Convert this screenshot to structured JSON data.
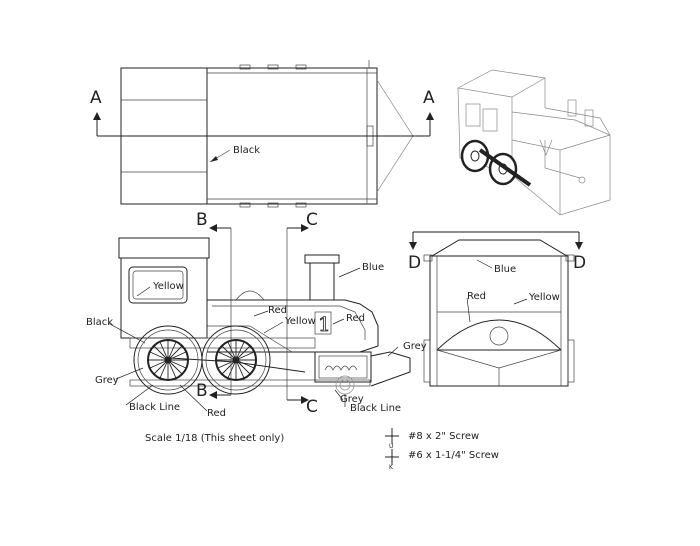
{
  "sections": {
    "a_left": "A",
    "a_right": "A",
    "b_top": "B",
    "b_bottom": "B",
    "c_top": "C",
    "c_bottom": "C",
    "d_left": "D",
    "d_right": "D"
  },
  "callouts": {
    "top_black": "Black",
    "side_yellow_cab": "Yellow",
    "side_blue_stack": "Blue",
    "side_red_1": "Red",
    "side_yellow_body": "Yellow",
    "side_red_2": "Red",
    "side_black": "Black",
    "side_grey_left": "Grey",
    "side_grey_right": "Grey",
    "side_black_line_left": "Black Line",
    "side_red_bottom": "Red",
    "side_grey_bottom": "Grey",
    "side_black_line_right": "Black Line",
    "front_blue": "Blue",
    "front_red": "Red",
    "front_yellow": "Yellow"
  },
  "number_plate": "1",
  "scale_note": "Scale 1/18  (This sheet only)",
  "legend": {
    "screw_8": "#8 x 2\" Screw",
    "screw_8_code": "U",
    "screw_6": "#6 x 1-1/4\" Screw",
    "screw_6_code": "K"
  }
}
